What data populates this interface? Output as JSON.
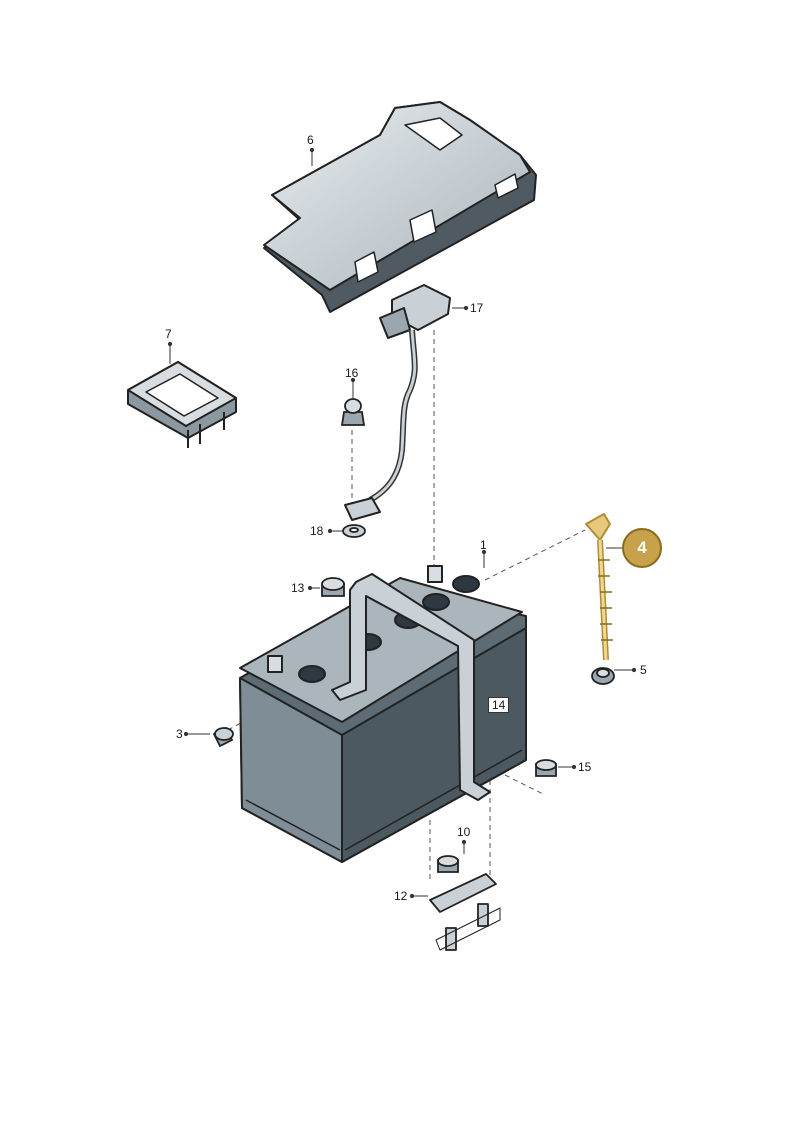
{
  "callouts": {
    "c1": "1",
    "c3": "3",
    "c5": "5",
    "c6": "6",
    "c7": "7",
    "c10": "10",
    "c12": "12",
    "c13": "13",
    "c14": "14",
    "c15": "15",
    "c16": "16",
    "c17": "17",
    "c18": "18"
  },
  "highlight": {
    "label": "4",
    "color": "#c8a24a"
  },
  "colors": {
    "part_fill_dark": "#6f7f89",
    "part_fill_mid": "#9aa7af",
    "part_fill_light": "#c9d1d6",
    "outline": "#222222"
  }
}
